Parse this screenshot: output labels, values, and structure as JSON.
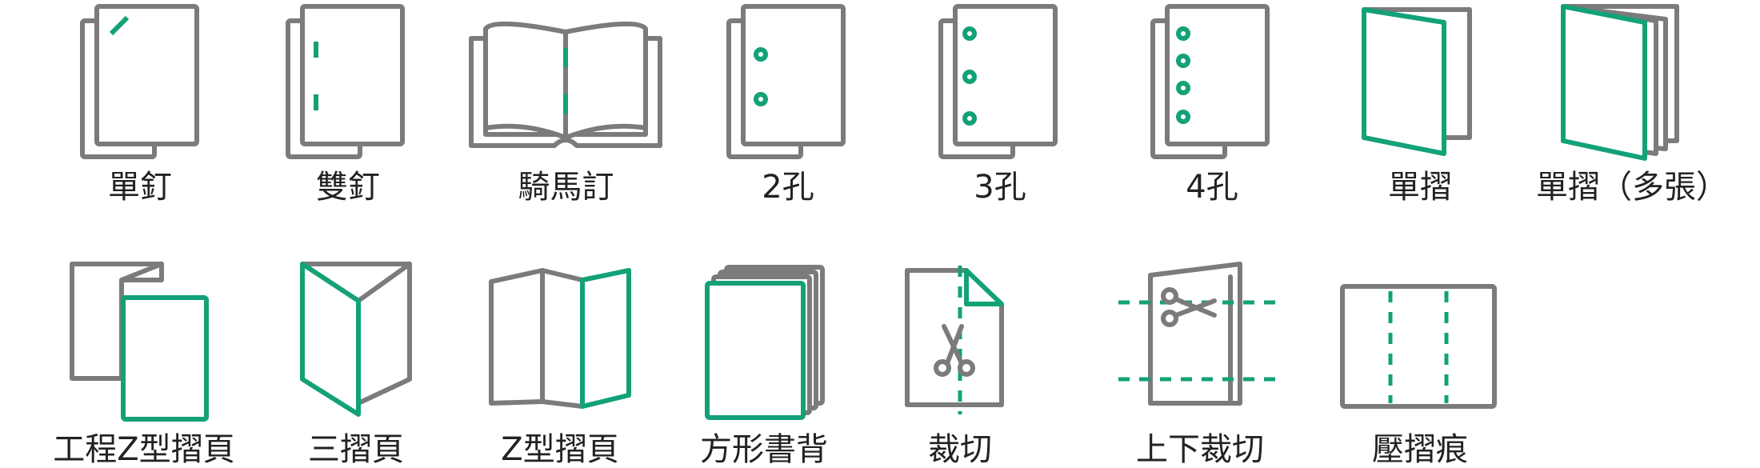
{
  "colors": {
    "accent": "#13a178",
    "stroke": "#7b7b7b",
    "text": "#222222",
    "background": "#ffffff"
  },
  "items": [
    {
      "icon": "staple-single-icon",
      "label": "單釘"
    },
    {
      "icon": "staple-double-icon",
      "label": "雙釘"
    },
    {
      "icon": "saddle-stitch-icon",
      "label": "騎馬訂"
    },
    {
      "icon": "punch-2-hole-icon",
      "label": "2孔"
    },
    {
      "icon": "punch-3-hole-icon",
      "label": "3孔"
    },
    {
      "icon": "punch-4-hole-icon",
      "label": "4孔"
    },
    {
      "icon": "single-fold-icon",
      "label": "單摺"
    },
    {
      "icon": "single-fold-multi-icon",
      "label": "單摺（多張）"
    },
    {
      "icon": "engineering-z-fold-icon",
      "label": "工程Z型摺頁"
    },
    {
      "icon": "tri-fold-icon",
      "label": "三摺頁"
    },
    {
      "icon": "z-fold-icon",
      "label": "Z型摺頁"
    },
    {
      "icon": "square-back-icon",
      "label": "方形書背"
    },
    {
      "icon": "trim-icon",
      "label": "裁切"
    },
    {
      "icon": "top-bottom-trim-icon",
      "label": "上下裁切"
    },
    {
      "icon": "crease-icon",
      "label": "壓摺痕"
    }
  ]
}
